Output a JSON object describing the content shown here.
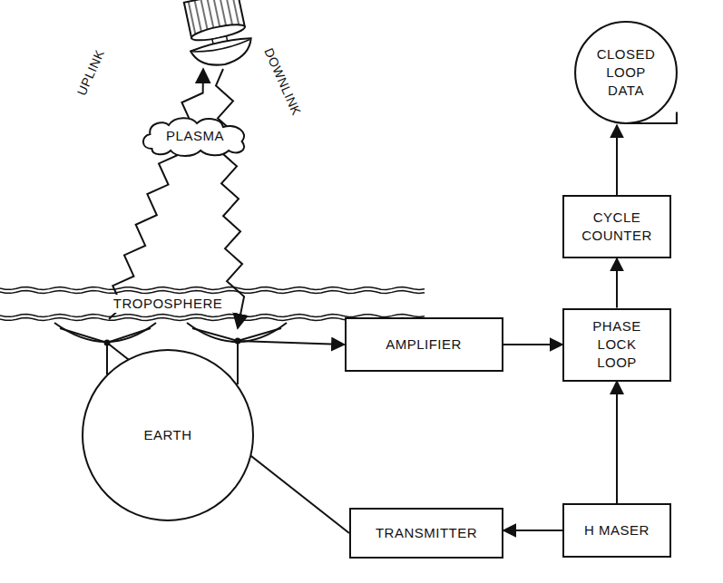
{
  "diagram": {
    "nodes": [
      {
        "text": [
          "PLASMA"
        ]
      },
      {
        "text": [
          "TROPOSPHERE"
        ]
      },
      {
        "text": [
          "CLOSED LOOP DATA"
        ]
      },
      {
        "text": [
          "CYCLE COUNTER"
        ]
      },
      {
        "text": [
          "AMPLIFIER"
        ]
      },
      {
        "text": [
          "PHASE LOCK LOOP"
        ]
      },
      {
        "text": [
          "EARTH"
        ]
      },
      {
        "text": [
          "TRANSMITTER"
        ]
      },
      {
        "text": [
          "H MASER"
        ]
      }
    ],
    "edges": [
      {
        "from": 6,
        "to": 4,
        "arrow": "to"
      },
      {
        "from": 4,
        "to": 5,
        "arrow": "to"
      },
      {
        "from": 8,
        "to": 5,
        "arrow": "to"
      },
      {
        "from": 5,
        "to": 3,
        "arrow": "to"
      },
      {
        "from": 3,
        "to": 2,
        "arrow": "to"
      },
      {
        "from": 8,
        "to": 7,
        "arrow": "to"
      },
      {
        "from": 7,
        "to": 6,
        "arrow": "none"
      }
    ],
    "labels": [
      "UPLINK",
      "DOWNLINK"
    ]
  }
}
